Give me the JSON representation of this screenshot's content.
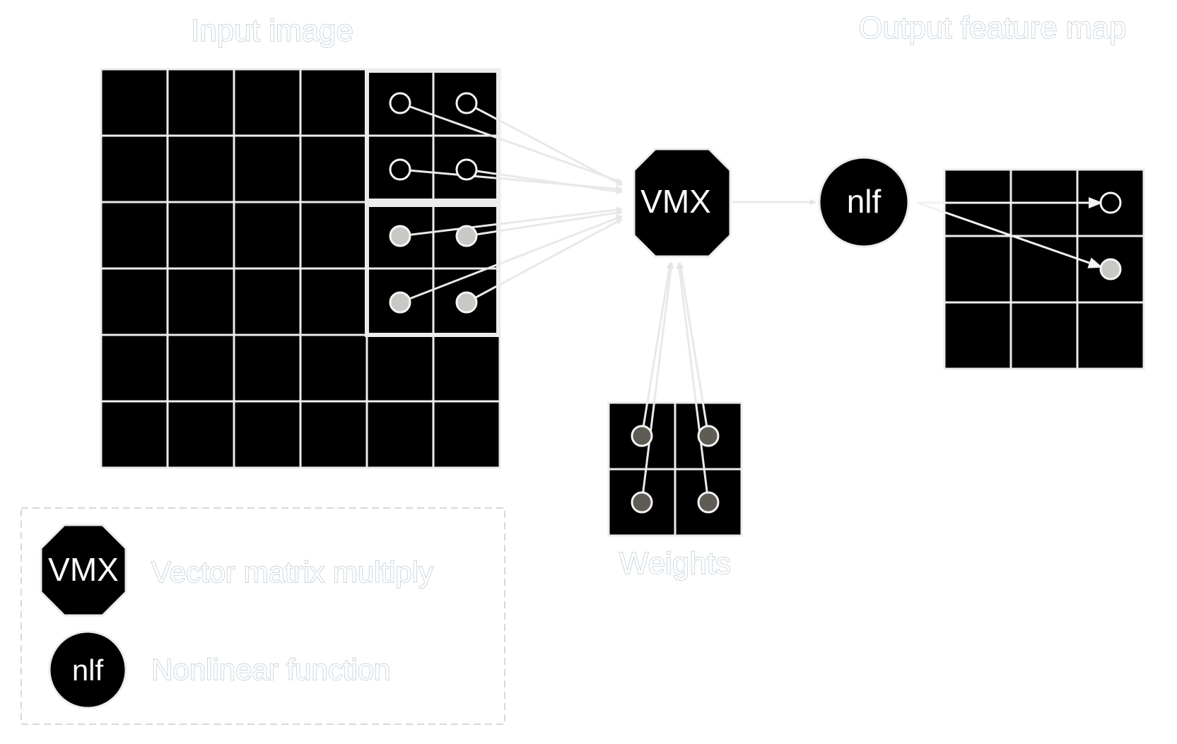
{
  "titles": {
    "input": "Input image",
    "output": "Output feature map",
    "weights": "Weights"
  },
  "nodes": {
    "vmx": "VMX",
    "nlf": "nlf"
  },
  "legend": {
    "items": [
      {
        "symbol": "VMX",
        "label": "Vector matrix multiply"
      },
      {
        "symbol": "nlf",
        "label": "Nonlinear function"
      }
    ]
  },
  "colors": {
    "cell": "#000000",
    "grid_line": "#ececec",
    "title_outline": "#b9c7d1",
    "input_dot_hollow": "#000000",
    "input_dot_gray": "#c8c8c4",
    "weight_dot": "#5f5b55",
    "legend_border": "#d8d8d8"
  },
  "grids": {
    "input": {
      "rows": 6,
      "cols": 6
    },
    "weights": {
      "rows": 2,
      "cols": 2
    },
    "output": {
      "rows": 3,
      "cols": 3
    }
  }
}
